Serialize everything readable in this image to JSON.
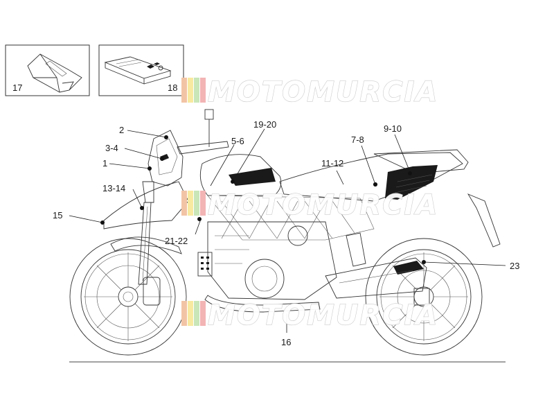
{
  "watermark": {
    "text": "MOTOMURCIA",
    "stripe_colors": [
      "#f2c4a6",
      "#f7e9a0",
      "#c9e6b8",
      "#f3b4b4"
    ]
  },
  "inset_boxes": [
    {
      "id": "17",
      "label": "17"
    },
    {
      "id": "18",
      "label": "18"
    }
  ],
  "callouts": [
    {
      "id": "c1",
      "label": "1"
    },
    {
      "id": "c2",
      "label": "2"
    },
    {
      "id": "c3",
      "label": "3-4"
    },
    {
      "id": "c4",
      "label": "5-6"
    },
    {
      "id": "c5",
      "label": "7-8"
    },
    {
      "id": "c6",
      "label": "9-10"
    },
    {
      "id": "c7",
      "label": "11-12"
    },
    {
      "id": "c8",
      "label": "13-14"
    },
    {
      "id": "c9",
      "label": "15"
    },
    {
      "id": "c10",
      "label": "16"
    },
    {
      "id": "c11",
      "label": "19-20"
    },
    {
      "id": "c12",
      "label": "21-22"
    },
    {
      "id": "c13",
      "label": "23"
    }
  ]
}
